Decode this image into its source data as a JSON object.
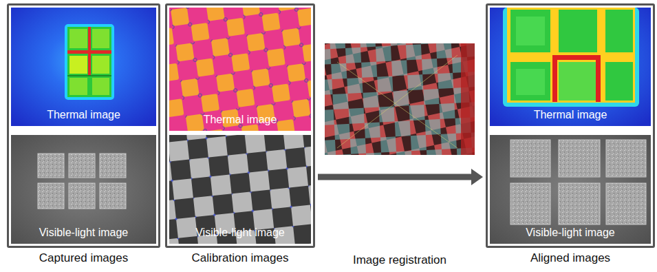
{
  "diagram": {
    "nodes": [
      {
        "text": [
          "Captured images"
        ]
      },
      {
        "text": [
          "Thermal image"
        ],
        "in": 0
      },
      {
        "text": [
          "Visible-light image"
        ],
        "in": 0
      },
      {
        "text": [
          "Calibration images"
        ]
      },
      {
        "text": [
          "Thermal image"
        ],
        "in": 3
      },
      {
        "text": [
          "Visible-light image"
        ],
        "in": 3
      },
      {
        "text": [
          "Aligned images"
        ]
      },
      {
        "text": [
          "Thermal image"
        ],
        "in": 6
      },
      {
        "text": [
          "Visible-light image"
        ],
        "in": 6
      }
    ],
    "edges": [
      {
        "from": 3,
        "to": 6,
        "arrow": "to"
      }
    ],
    "labels": [
      "Image registration"
    ]
  }
}
